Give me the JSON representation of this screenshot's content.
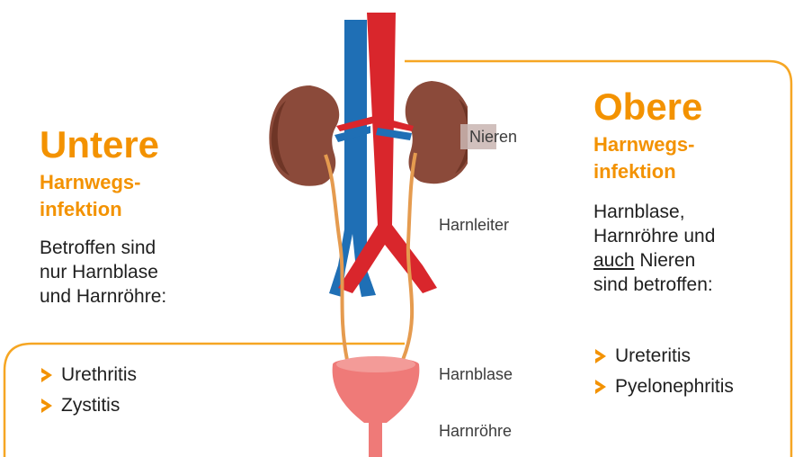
{
  "left": {
    "title": "Untere",
    "subtitle_line1": "Harnwegs-",
    "subtitle_line2": "infektion",
    "desc_line1": "Betroffen sind",
    "desc_line2": "nur Harnblase",
    "desc_line3": "und Harnröhre:",
    "bullets": [
      "Urethritis",
      "Zystitis"
    ]
  },
  "right": {
    "title": "Obere",
    "subtitle_line1": "Harnwegs-",
    "subtitle_line2": "infektion",
    "desc_line1": "Harnblase,",
    "desc_line2": "Harnröhre und",
    "desc_line3_underlined": "auch",
    "desc_line3_rest": " Nieren",
    "desc_line4": "sind betroffen:",
    "bullets": [
      "Ureteritis",
      "Pyelonephritis"
    ]
  },
  "labels": {
    "nieren": "Nieren",
    "harnleiter": "Harnleiter",
    "harnblase": "Harnblase",
    "harnroehre": "Harnröhre"
  },
  "colors": {
    "accent": "#f39200",
    "kidney": "#8b4a3a",
    "vein": "#1f6fb5",
    "artery": "#d9262c",
    "ureter": "#e59b4f",
    "bladder": "#ef7a78"
  }
}
